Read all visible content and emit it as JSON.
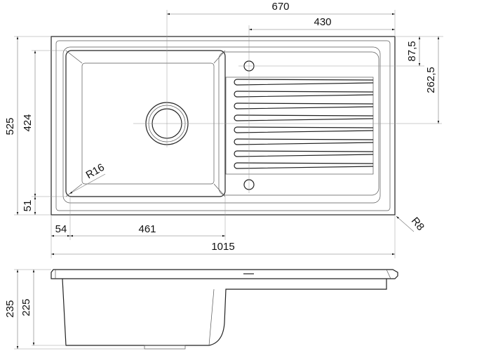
{
  "title": "Sink technical drawing",
  "dimensions": {
    "overall_depth_inner_width": "670",
    "drainer_width": "430",
    "total_width": "1015",
    "left_offset": "54",
    "bowl_width": "461",
    "total_depth": "525",
    "bowl_depth": "424",
    "front_offset": "51",
    "tap_hole_offset": "87,5",
    "drain_center_offset": "262,5",
    "bowl_radius": "R16",
    "corner_radius": "R8",
    "total_height": "235",
    "bowl_height": "225"
  },
  "colors": {
    "line": "#222222",
    "dimension": "#777777"
  }
}
